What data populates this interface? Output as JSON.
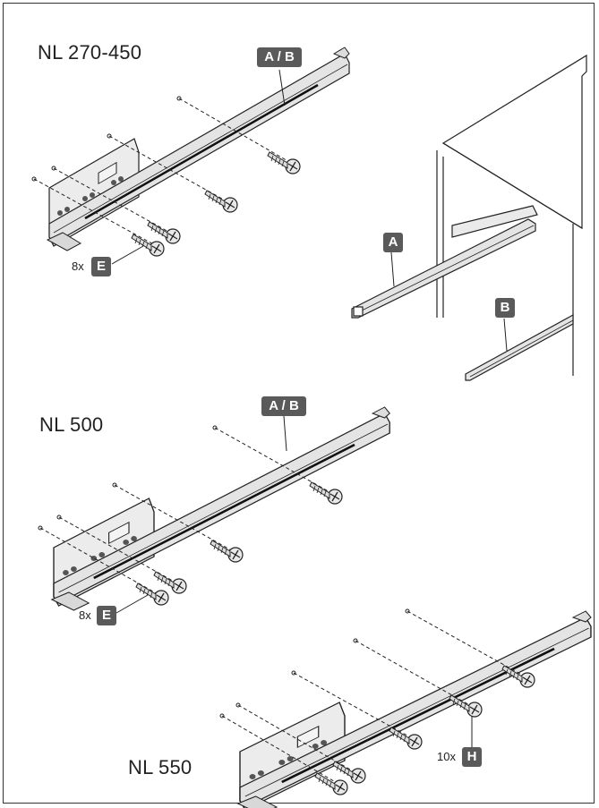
{
  "sections": {
    "nl270": {
      "title": "NL 270-450",
      "badge": "A / B",
      "qty": "8x",
      "part": "E"
    },
    "nl500": {
      "title": "NL 500",
      "badge": "A / B",
      "qty": "8x",
      "part": "E"
    },
    "nl550": {
      "title": "NL 550",
      "qty": "10x",
      "part": "H"
    }
  },
  "cabinet": {
    "label_a": "A",
    "label_b": "B"
  },
  "colors": {
    "badge": "#5a5a5a",
    "line": "#222222",
    "metal": "#e6e6e6"
  }
}
